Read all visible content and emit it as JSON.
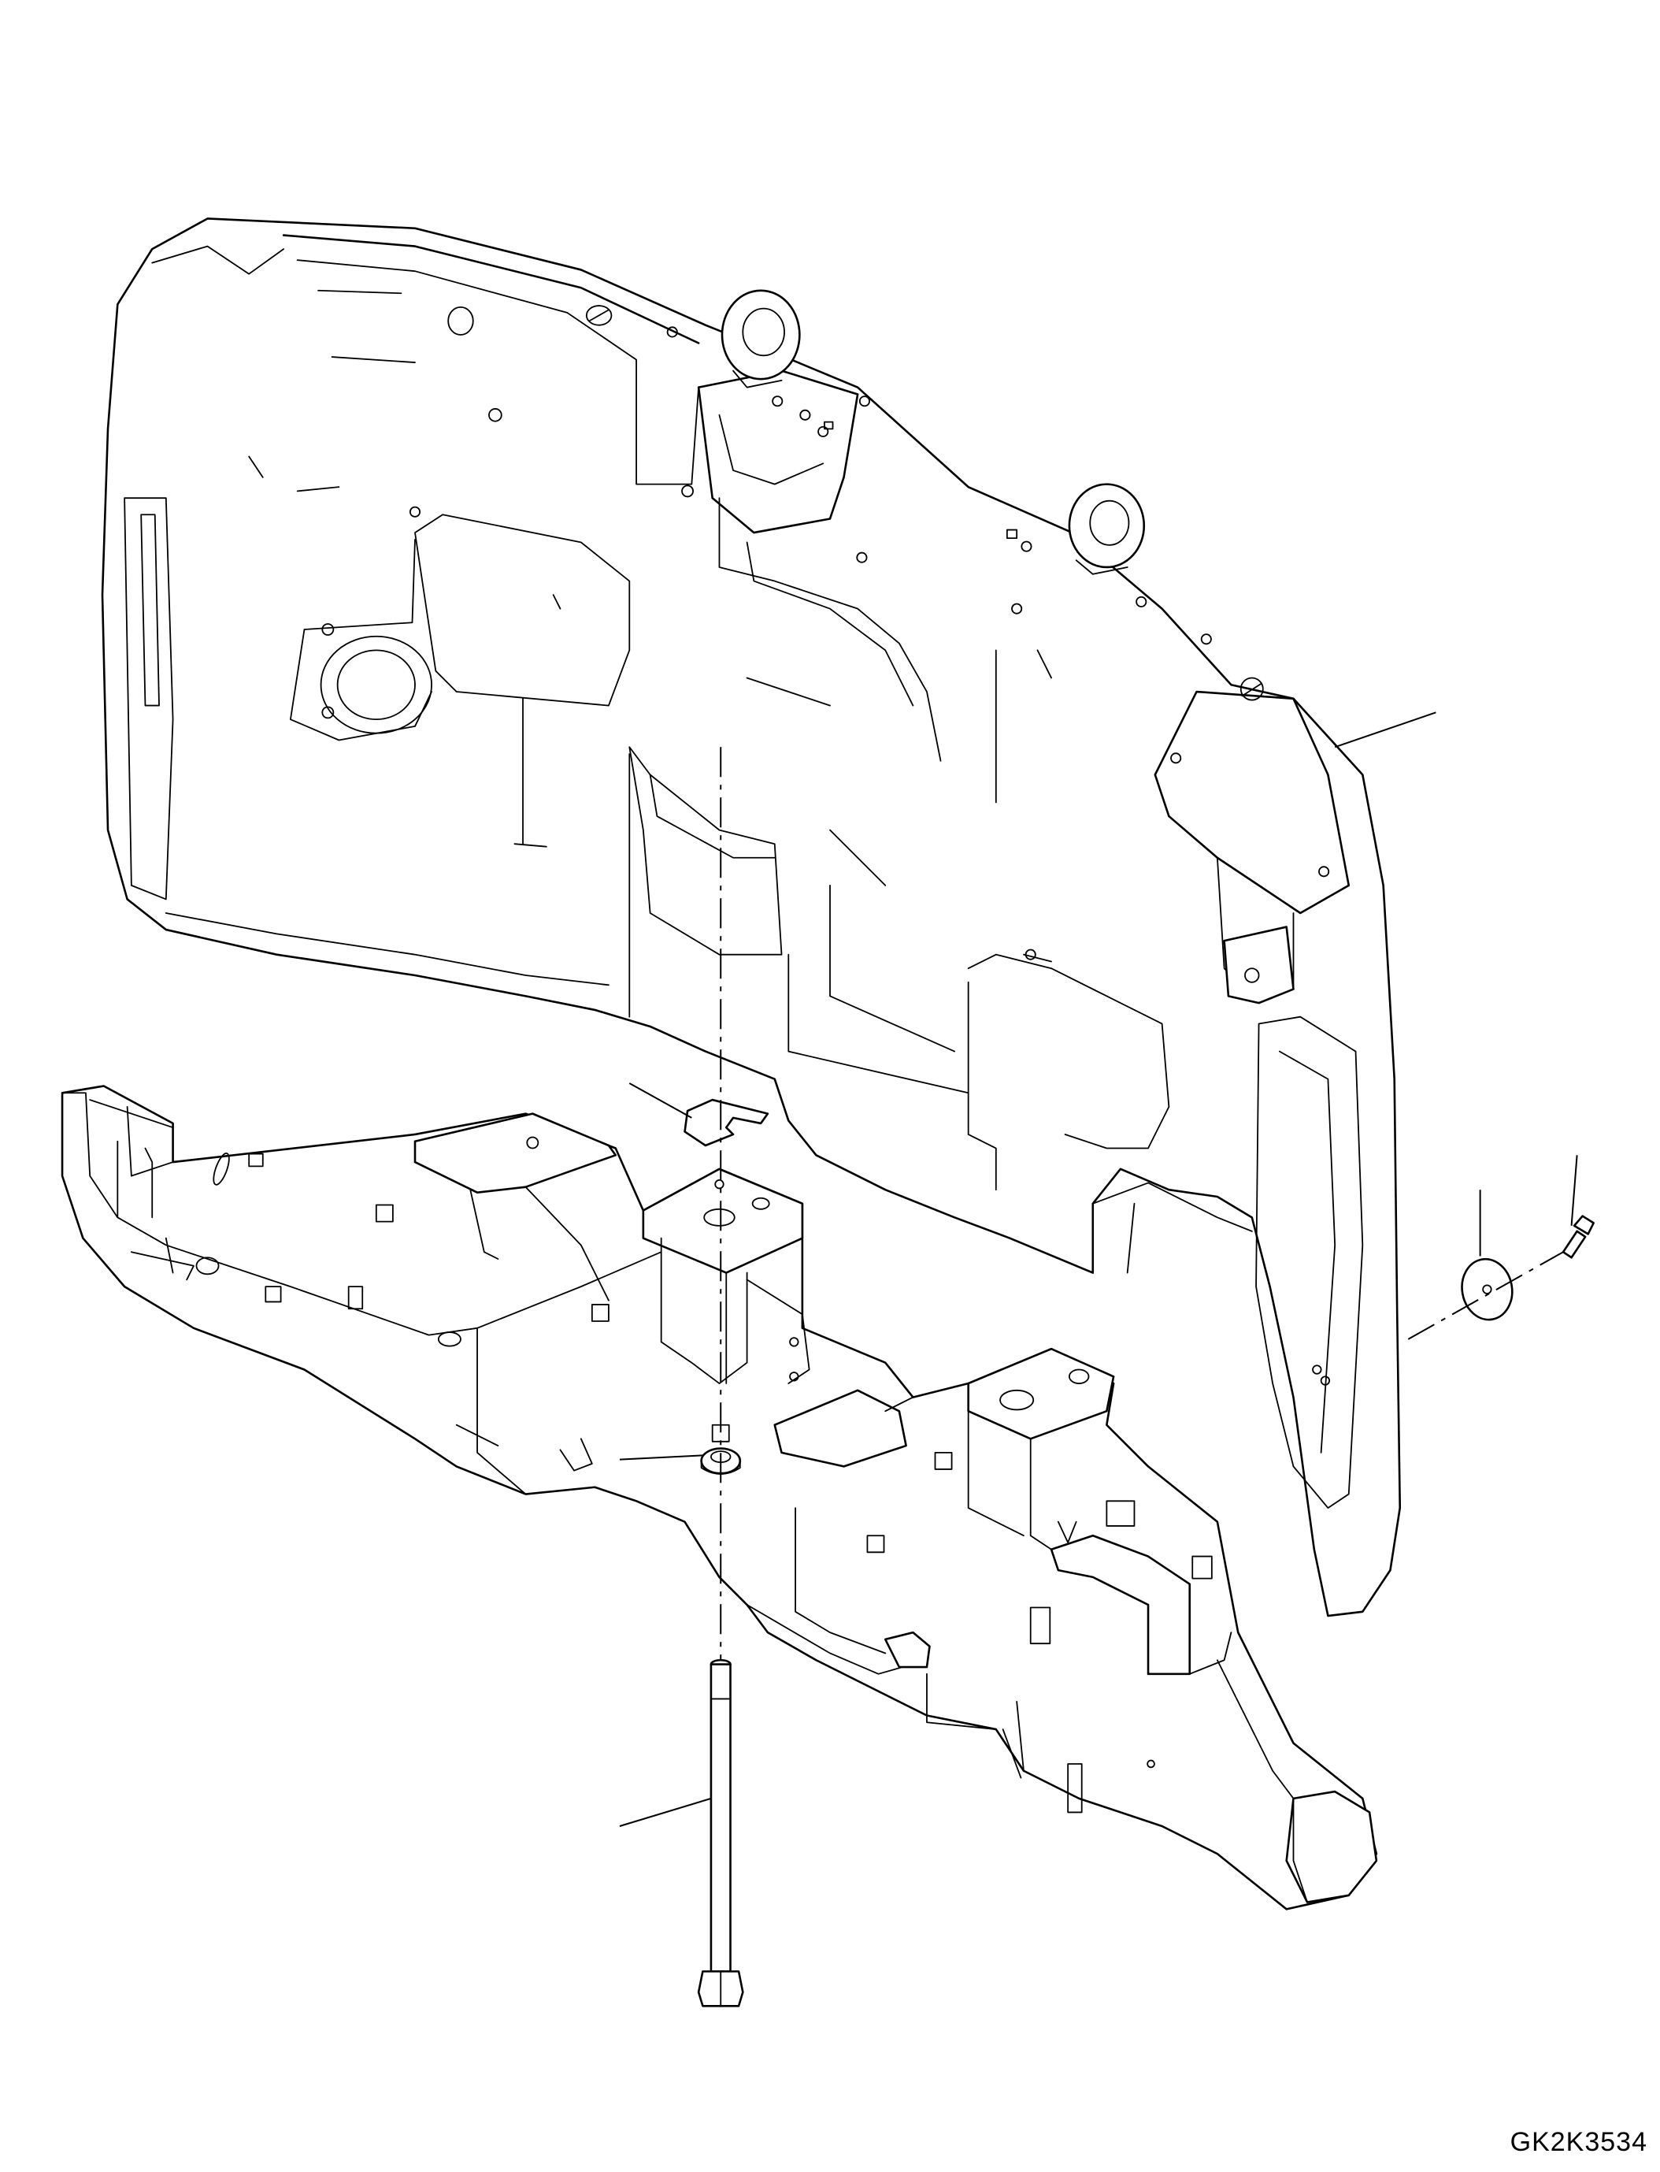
{
  "drawing": {
    "code": "GK2K3534"
  },
  "parts": [
    {
      "id": "counterweight"
    },
    {
      "id": "revolving-frame"
    },
    {
      "id": "shim"
    },
    {
      "id": "washer"
    },
    {
      "id": "bolt"
    },
    {
      "id": "large-washer"
    },
    {
      "id": "small-bolt"
    }
  ]
}
